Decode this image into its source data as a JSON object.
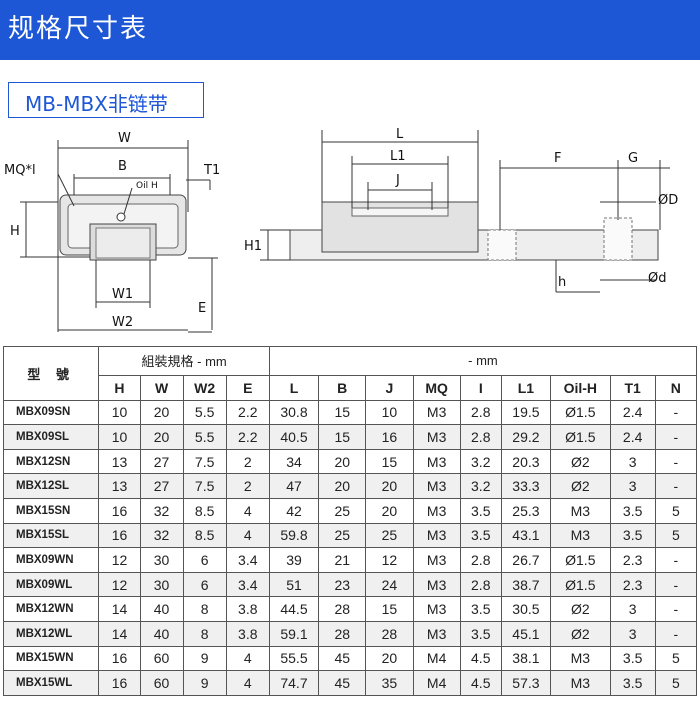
{
  "banner": {
    "title": "规格尺寸表"
  },
  "subtitle": "MB-MBX非链带",
  "diagram": {
    "labels": {
      "W": "W",
      "B": "B",
      "MQ": "MQ*l",
      "T1": "T1",
      "oil": "Oil H",
      "H": "H",
      "W1": "W1",
      "W2": "W2",
      "E": "E",
      "L": "L",
      "L1": "L1",
      "J": "J",
      "F": "F",
      "G": "G",
      "D": "ØD",
      "H1": "H1",
      "h": "h",
      "d": "Ød"
    }
  },
  "table": {
    "type_header": "型  號",
    "group1_header": "組裝規格 - mm",
    "group2_header": "- mm",
    "columns": [
      "H",
      "W",
      "W2",
      "E",
      "L",
      "B",
      "J",
      "MQ",
      "I",
      "L1",
      "Oil-H",
      "T1",
      "N"
    ],
    "rows": [
      {
        "model": "MBX09SN",
        "cells": [
          "10",
          "20",
          "5.5",
          "2.2",
          "30.8",
          "15",
          "10",
          "M3",
          "2.8",
          "19.5",
          "Ø1.5",
          "2.4",
          "-"
        ]
      },
      {
        "model": "MBX09SL",
        "cells": [
          "10",
          "20",
          "5.5",
          "2.2",
          "40.5",
          "15",
          "16",
          "M3",
          "2.8",
          "29.2",
          "Ø1.5",
          "2.4",
          "-"
        ]
      },
      {
        "model": "MBX12SN",
        "cells": [
          "13",
          "27",
          "7.5",
          "2",
          "34",
          "20",
          "15",
          "M3",
          "3.2",
          "20.3",
          "Ø2",
          "3",
          "-"
        ]
      },
      {
        "model": "MBX12SL",
        "cells": [
          "13",
          "27",
          "7.5",
          "2",
          "47",
          "20",
          "20",
          "M3",
          "3.2",
          "33.3",
          "Ø2",
          "3",
          "-"
        ]
      },
      {
        "model": "MBX15SN",
        "cells": [
          "16",
          "32",
          "8.5",
          "4",
          "42",
          "25",
          "20",
          "M3",
          "3.5",
          "25.3",
          "M3",
          "3.5",
          "5"
        ]
      },
      {
        "model": "MBX15SL",
        "cells": [
          "16",
          "32",
          "8.5",
          "4",
          "59.8",
          "25",
          "25",
          "M3",
          "3.5",
          "43.1",
          "M3",
          "3.5",
          "5"
        ]
      },
      {
        "model": "MBX09WN",
        "cells": [
          "12",
          "30",
          "6",
          "3.4",
          "39",
          "21",
          "12",
          "M3",
          "2.8",
          "26.7",
          "Ø1.5",
          "2.3",
          "-"
        ]
      },
      {
        "model": "MBX09WL",
        "cells": [
          "12",
          "30",
          "6",
          "3.4",
          "51",
          "23",
          "24",
          "M3",
          "2.8",
          "38.7",
          "Ø1.5",
          "2.3",
          "-"
        ]
      },
      {
        "model": "MBX12WN",
        "cells": [
          "14",
          "40",
          "8",
          "3.8",
          "44.5",
          "28",
          "15",
          "M3",
          "3.5",
          "30.5",
          "Ø2",
          "3",
          "-"
        ]
      },
      {
        "model": "MBX12WL",
        "cells": [
          "14",
          "40",
          "8",
          "3.8",
          "59.1",
          "28",
          "28",
          "M3",
          "3.5",
          "45.1",
          "Ø2",
          "3",
          "-"
        ]
      },
      {
        "model": "MBX15WN",
        "cells": [
          "16",
          "60",
          "9",
          "4",
          "55.5",
          "45",
          "20",
          "M4",
          "4.5",
          "38.1",
          "M3",
          "3.5",
          "5"
        ]
      },
      {
        "model": "MBX15WL",
        "cells": [
          "16",
          "60",
          "9",
          "4",
          "74.7",
          "45",
          "35",
          "M4",
          "4.5",
          "57.3",
          "M3",
          "3.5",
          "5"
        ]
      }
    ]
  }
}
